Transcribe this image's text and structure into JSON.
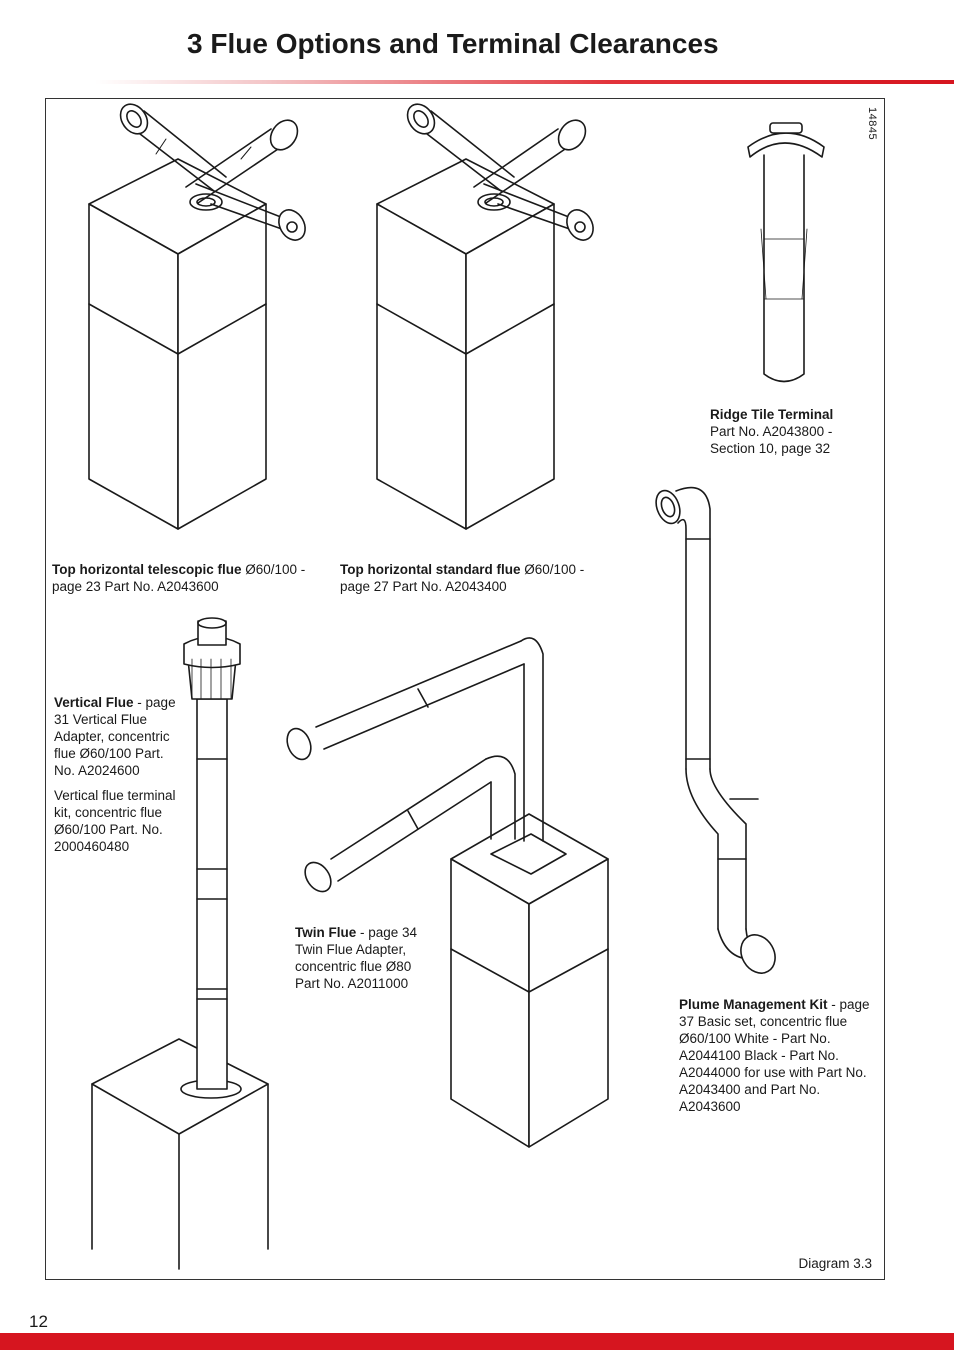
{
  "header": {
    "title": "3  Flue Options and Terminal Clearances"
  },
  "figure": {
    "code": "14845",
    "diagram_label": "Diagram 3.3",
    "captions": {
      "telescopic": {
        "title": "Top horizontal telescopic flue",
        "text": " Ø60/100 - page 23 Part No. A2043600"
      },
      "standard": {
        "title": "Top horizontal standard flue",
        "text": " Ø60/100 - page 27 Part No. A2043400"
      },
      "ridge": {
        "title": "Ridge Tile Terminal",
        "text": "Part No. A2043800 - Section 10, page 32"
      },
      "vertical": {
        "title": "Vertical Flue",
        "text": " - page 31 Vertical Flue Adapter, concentric flue Ø60/100 Part. No. A2024600",
        "text2": "Vertical flue terminal kit, concentric flue Ø60/100 Part. No. 2000460480"
      },
      "twin": {
        "title": "Twin Flue",
        "text": " - page 34 Twin Flue Adapter, concentric flue Ø80 Part No. A2011000"
      },
      "plume": {
        "title": "Plume Management Kit",
        "text": " - page 37 Basic set, concentric flue Ø60/100 White - Part No. A2044100 Black - Part No. A2044000 for use with Part No. A2043400 and Part No. A2043600"
      }
    }
  },
  "footer": {
    "page_number": "12"
  }
}
